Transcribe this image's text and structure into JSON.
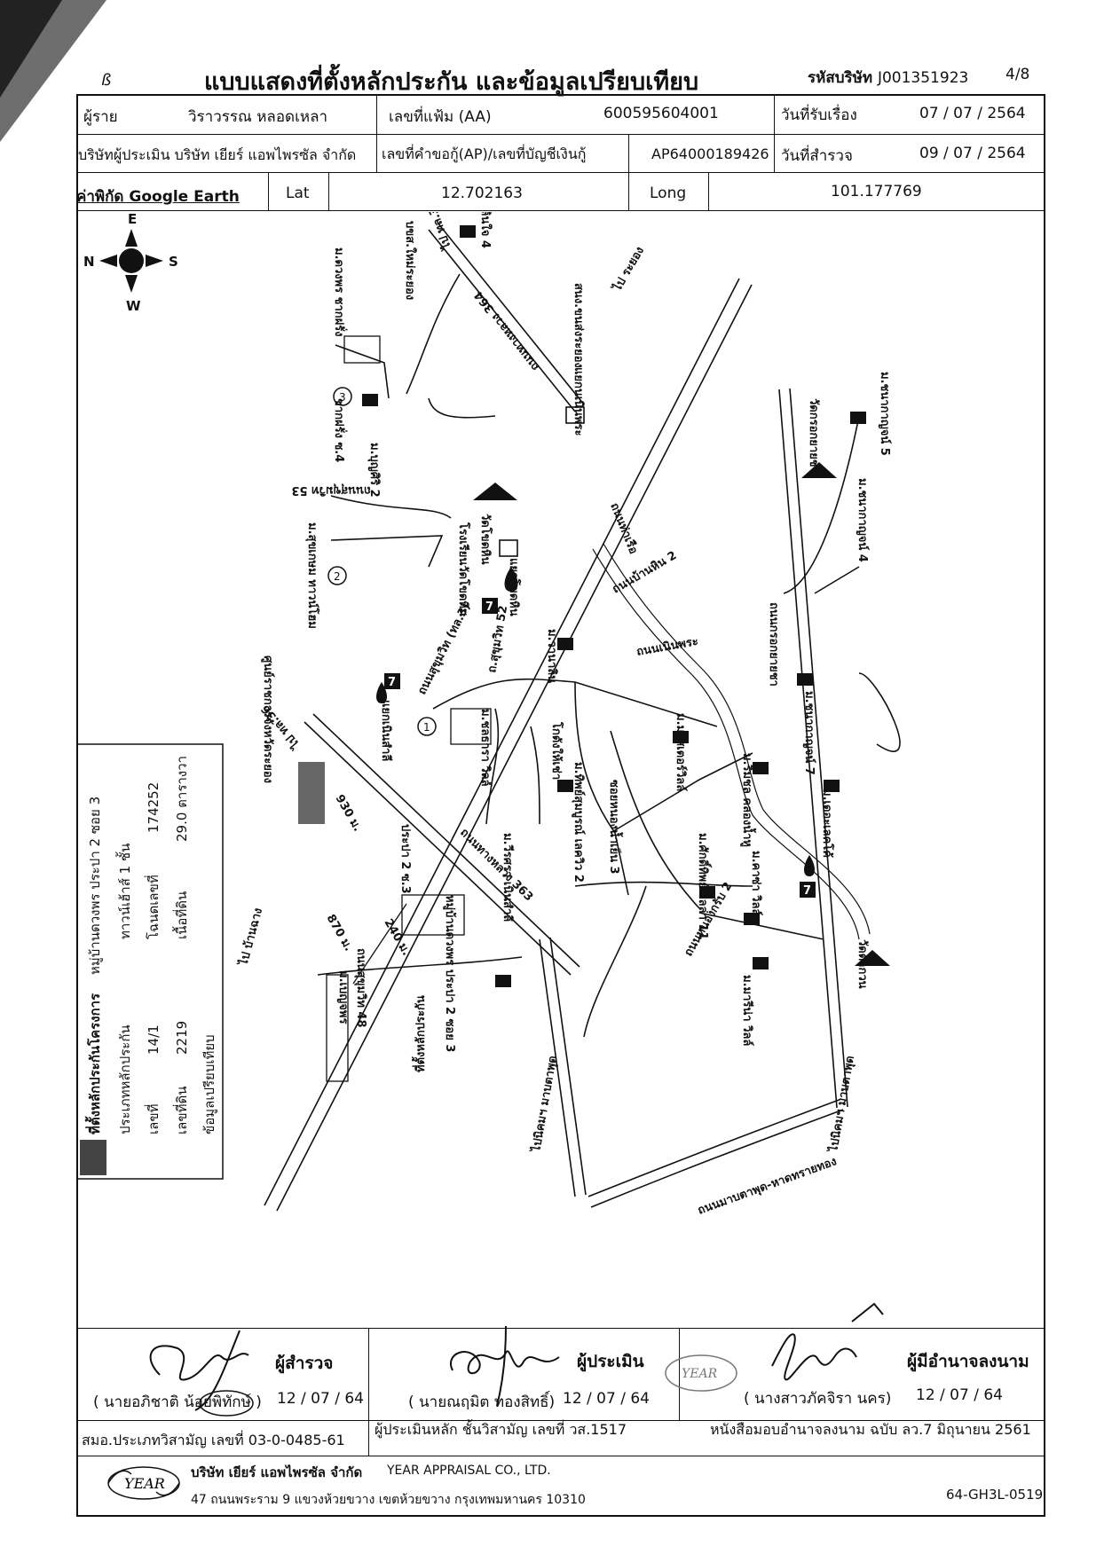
{
  "header": {
    "title": "แบบแสดงที่ตั้งหลักประกัน และข้อมูลเปรียบเทียบ",
    "company_code_label": "รหัสบริษัท",
    "company_code": "J001351923",
    "page": "4/8",
    "corner_mark": "ß"
  },
  "info": {
    "owner_label": "ผู้ราย",
    "owner": "วิราวรรณ หลอดเหลา",
    "file_no_label": "เลขที่แฟ้ม (AA)",
    "file_no": "600595604001",
    "received_label": "วันที่รับเรื่อง",
    "received_date": "07 / 07 / 2564",
    "appraiser_company": "บริษัทผู้ประเมิน บริษัท เยียร์ แอพไพรซัล จำกัด",
    "loan_no_label": "เลขที่คำขอกู้(AP)/เลขที่บัญชีเงินกู้",
    "loan_no": "AP64000189426",
    "survey_label": "วันที่สำรวจ",
    "survey_date": "09 / 07 / 2564",
    "coord_label": "ค่าพิกัด Google Earth",
    "lat_label": "Lat",
    "lat": "12.702163",
    "long_label": "Long",
    "long": "101.177769"
  },
  "map": {
    "compass": {
      "e": "E",
      "n": "N",
      "s": "S",
      "w": "W"
    },
    "labels": {
      "rd_sukhumvit": "ถนนสุขุมวิท (ทล.3)",
      "rd_363": "ถนนทางหลวง 363",
      "rd_364": "ถนนทางหลวง 364",
      "rd_nong_khon": "ถนนกรอกยายชา",
      "rd_maptaphut": "ถนนมาบตาพุด-หาดทรายทอง",
      "to_36_top": "ไป ทล.36",
      "to_36_mid": "ไป ทล.36",
      "to_banchang": "ไป บ้านฉาง",
      "to_rayong_top": "ไป ระยอง",
      "to_maptaphut_mid": "ไปนิคมฯ มาบตาพุด",
      "to_maptaphut_right": "ไปนิคมฯ มาบตาพุด",
      "junction_top": "แยกนเนินพระ",
      "junction_mid": "แยกโขดหิน",
      "junction_low": "แยกเนินสำลี",
      "school": "โรงเรียนวัดโขดหิน",
      "temple_kh": "วัดโขดหิน",
      "temple_kyc": "วัดกรอกยายชา",
      "temple_tk": "วัดตากวน",
      "khlong": "คลองน้ำหู",
      "bch": "บขส.ใหม่ระยอง",
      "sam": "สนง.ขนส่งระยอง",
      "center": "ศูนย์ราชการจังหวัดระยอง",
      "m_phloen": "ม.เพลินใจ 4",
      "m_duangporn": "ม.ดวงพร ชากฝรั่ง",
      "m_bussiri": "ม.บุญศิริ 2",
      "m_sukhumvit_h": "ม.สุขเกษม ทาวน์โฮม",
      "m_nanthasiri": "ม.วานาลิน",
      "m_chonrawi": "ม.ชลธารา วิลล์",
      "m_thipsukan": "ม.ทิพย์สุมบูรณ์ เลควิว 2",
      "m_marino": "ม.มาสเตอร์วิลล์",
      "m_rim_khlong": "ม.ริมชล คลองน้ำหู",
      "m_khasoe": "ม.เดอะเลคโค้",
      "m_kanoknam7": "ม.ชนากาญจน์ 7",
      "m_kanoknam4": "ม.ชนากาญจน์ 4",
      "m_kanoknam5": "ม.ชนากาญจน์ 5",
      "m_sakdi": "ม.ศักดิ์ทิพย์ วิลล่า 11",
      "m_casa": "ม.คาซ่า วิลล์",
      "m_marina": "ม.มารีน่า วิลล์",
      "m_wiraya": "ม.วีรศรา เนินสำลี",
      "m_benjaporn": "ม.เบญจพร",
      "soi_pra2": "ประปา 2 ซ.3",
      "soi_sukhumvit48": "ถนนสุขุมวิท 48",
      "soi_sukhumvit52": "ถ.สุขุมวิท 52",
      "soi_sukhumvit53": "ถนนสุขุมวิท 53",
      "soi_nongnamyen": "ซอยหนองน้ำเย็น 3",
      "soi_chak": "ชากฝรั่ง ซ.4",
      "soi_hai": "โกดังให้เช่า",
      "soi_tha": "ถนนท่าเรือ",
      "soi_nern": "ถนนเนินพระ",
      "soi_ban2": "ถนนบ้านหิน 2",
      "soi_nong2": "ถนนหนองกรับ 2",
      "village_pra2": "หมู่บ้านดวงพร ประปา 2 ซอย 3",
      "dist_930": "930 ม.",
      "dist_870": "870 ม.",
      "dist_240": "240 ม.",
      "site_label": "ที่ตั้งหลักประกัน",
      "site_box_note": "ที่ตั้งหลักประกัน",
      "marker_1": "1",
      "marker_2": "2",
      "marker_3": "3",
      "seven_eleven": "7"
    },
    "legend": {
      "row1_label": "ที่ตั้งหลักประกันโครงการ",
      "row1_value": "หมู่บ้านดวงพร ประปา 2 ซอย 3",
      "row2_label": "ประเภทหลักประกัน",
      "row2_value": "ทาวน์เฮ้าส์ 1 ชั้น",
      "row3_label": "เลขที่",
      "row3_value": "14/1",
      "row3_label2": "โฉนดเลขที่",
      "row3_value2": "174252",
      "row4_label": "เลขที่ดิน",
      "row4_value": "2219",
      "row4_label2": "เนื้อที่ดิน",
      "row4_value2": "29.0 ตารางวา",
      "row5_label": "ข้อมูลเปรียบเทียบ"
    }
  },
  "signatures": {
    "surveyor_role": "ผู้สำรวจ",
    "surveyor_name": "( นายอภิชาติ น้อยพิทักษ์ )",
    "surveyor_date": "12 / 07 / 64",
    "surveyor_license": "สมอ.ประเภทวิสามัญ เลขที่ 03-0-0485-61",
    "appraiser_role": "ผู้ประเมิน",
    "appraiser_name": "( นายณฤมิต ทองสิทธิ์)",
    "appraiser_date": "12 / 07 / 64",
    "appraiser_license": "ผู้ประเมินหลัก ชั้นวิสามัญ เลขที่ วส.1517",
    "authorizer_role": "ผู้มีอำนาจลงนาม",
    "authorizer_name": "( นางสาวภัคจิรา นคร)",
    "authorizer_date": "12 / 07 / 64",
    "authorizer_doc": "หนังสือมอบอำนาจลงนาม ฉบับ ลว.7 มิถุนายน 2561"
  },
  "footer": {
    "company_th": "บริษัท เยียร์ แอพไพรซัล จำกัด",
    "company_en": "YEAR APPRAISAL CO., LTD.",
    "address": "47 ถนนพระราม 9 แขวงห้วยขวาง เขตห้วยขวาง กรุงเทพมหานคร 10310",
    "doc_code": "64-GH3L-0519",
    "logo_text": "YEAR"
  }
}
